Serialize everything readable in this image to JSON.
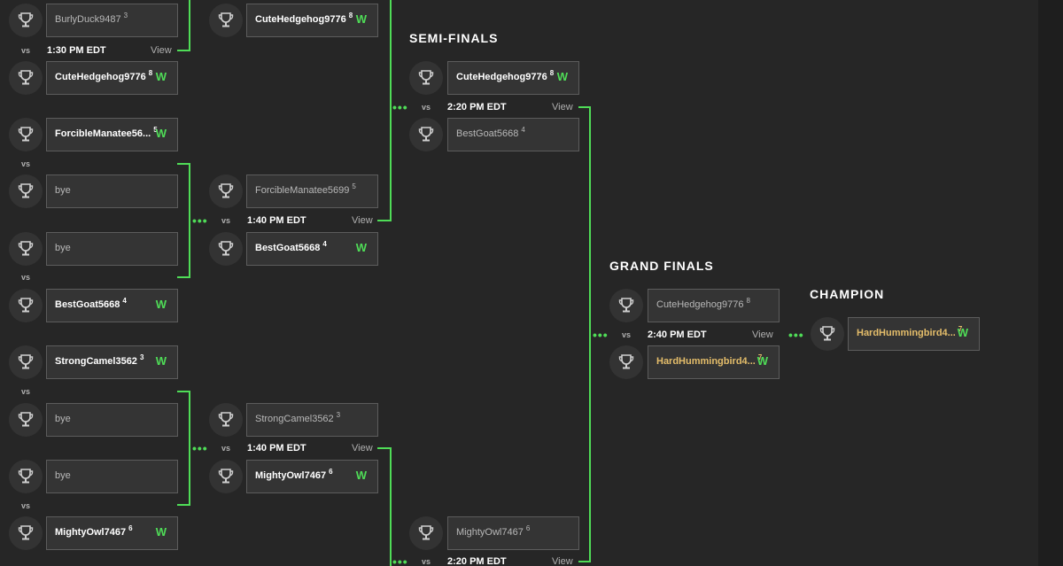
{
  "labels": {
    "semi_finals": "SEMI-FINALS",
    "grand_finals": "GRAND FINALS",
    "champion": "CHAMPION"
  },
  "common": {
    "vs": "vs",
    "view": "View",
    "win": "W",
    "dots": "•••"
  },
  "round1": [
    {
      "time": "1:30 PM EDT",
      "p1": {
        "name": "BurlyDuck9487",
        "seed": "3"
      },
      "p2": {
        "name": "CuteHedgehog9776",
        "seed": "8"
      }
    },
    {
      "p1": {
        "name": "ForcibleManatee56...",
        "seed": "5"
      },
      "p2": {
        "name": "bye"
      }
    },
    {
      "p1": {
        "name": "bye"
      },
      "p2": {
        "name": "BestGoat5668",
        "seed": "4"
      }
    },
    {
      "p1": {
        "name": "StrongCamel3562",
        "seed": "3"
      },
      "p2": {
        "name": "bye"
      }
    },
    {
      "p1": {
        "name": "bye"
      },
      "p2": {
        "name": "MightyOwl7467",
        "seed": "6"
      }
    }
  ],
  "round2": [
    {
      "p2": {
        "name": "CuteHedgehog9776",
        "seed": "8"
      }
    },
    {
      "time": "1:40 PM EDT",
      "p1": {
        "name": "ForcibleManatee5699",
        "seed": "5"
      },
      "p2": {
        "name": "BestGoat5668",
        "seed": "4"
      }
    },
    {
      "time": "1:40 PM EDT",
      "p1": {
        "name": "StrongCamel3562",
        "seed": "3"
      },
      "p2": {
        "name": "MightyOwl7467",
        "seed": "6"
      }
    }
  ],
  "semis": [
    {
      "time": "2:20 PM EDT",
      "p1": {
        "name": "CuteHedgehog9776",
        "seed": "8"
      },
      "p2": {
        "name": "BestGoat5668",
        "seed": "4"
      }
    },
    {
      "time": "2:20 PM EDT",
      "p1": {
        "name": "MightyOwl7467",
        "seed": "6"
      }
    }
  ],
  "final": {
    "time": "2:40 PM EDT",
    "p1": {
      "name": "CuteHedgehog9776",
      "seed": "8"
    },
    "p2": {
      "name": "HardHummingbird4...",
      "seed": "7"
    }
  },
  "champion": {
    "name": "HardHummingbird4...",
    "seed": "7"
  },
  "colors": {
    "win": "#4fdc57",
    "gold": "#e4bd6a",
    "connector": "#4fdc57"
  },
  "icons": {
    "player_icon": "trophy-icon",
    "more": "more-dots-icon"
  }
}
